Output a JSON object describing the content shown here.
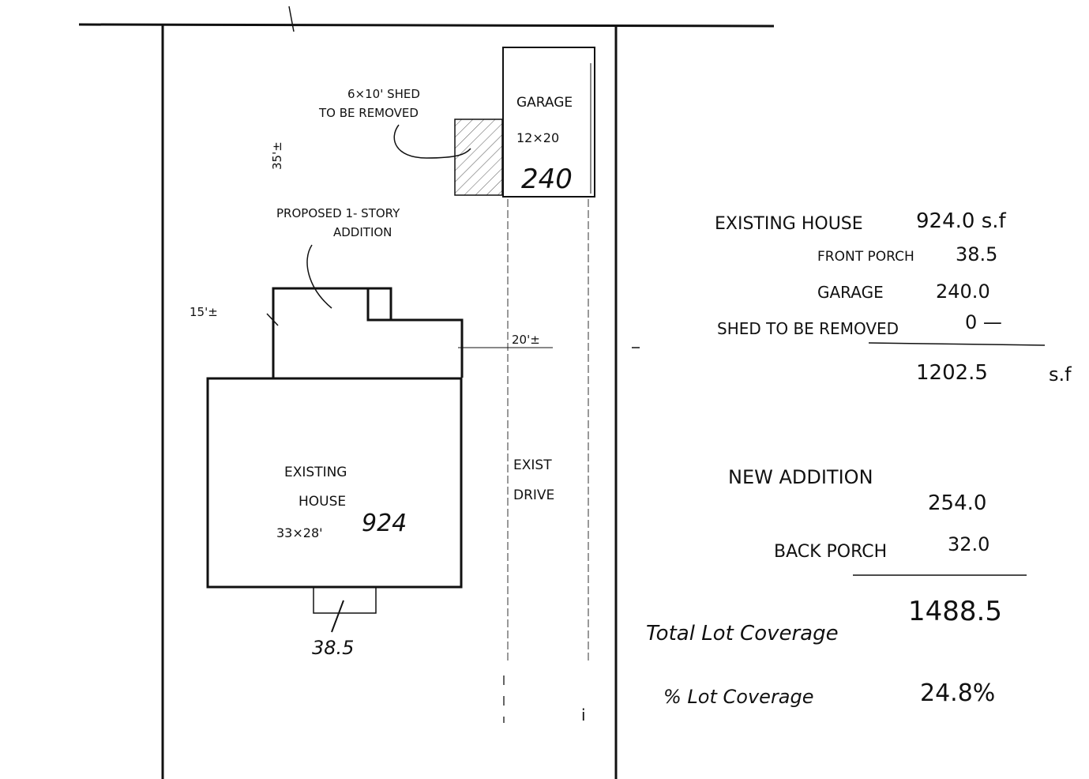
{
  "site_plan": {
    "shed_label_line1": "6×10' SHED",
    "shed_label_line2": "TO BE REMOVED",
    "setback_top": "35'±",
    "garage_label": "GARAGE",
    "garage_dims": "12×20",
    "garage_area": "240",
    "addition_label_line1": "PROPOSED 1- STORY",
    "addition_label_line2": "ADDITION",
    "setback_left": "15'±",
    "setback_right": "20'±",
    "house_label_line1": "EXISTING",
    "house_label_line2": "HOUSE",
    "house_dims": "33×28'",
    "house_area": "924",
    "porch_area": "38.5",
    "drive_label_line1": "EXIST",
    "drive_label_line2": "DRIVE",
    "drive_mark": "i"
  },
  "coverage_calc": {
    "existing_house_label": "EXISTING HOUSE",
    "existing_house_value": "924.0 s.f",
    "front_porch_label": "FRONT PORCH",
    "front_porch_value": "38.5",
    "garage_label": "GARAGE",
    "garage_value": "240.0",
    "shed_label": "SHED TO BE REMOVED",
    "shed_value": "0 —",
    "subtotal_value": "1202.5",
    "subtotal_unit": "s.f",
    "new_addition_label": "NEW ADDITION",
    "new_addition_value": "254.0",
    "back_porch_label": "BACK PORCH",
    "back_porch_value": "32.0",
    "total_label": "Total Lot Coverage",
    "total_value": "1488.5",
    "percent_label": "% Lot Coverage",
    "percent_value": "24.8%"
  }
}
